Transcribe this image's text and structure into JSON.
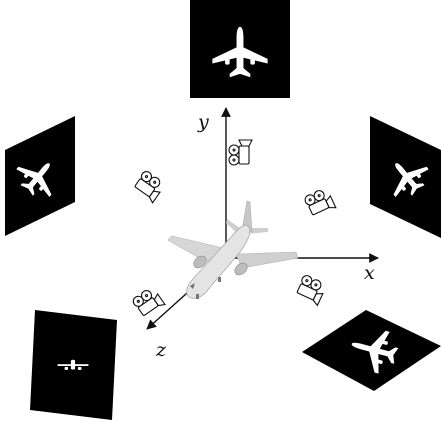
{
  "axes": {
    "x_label": "x",
    "y_label": "y",
    "z_label": "z"
  },
  "colors": {
    "panel": "#000000",
    "silhouette": "#ffffff",
    "axis": "#111111",
    "aircraft": "#d9d9d9"
  },
  "camera_icon": "movie-camera-icon",
  "panel_icon": "airplane-silhouette"
}
